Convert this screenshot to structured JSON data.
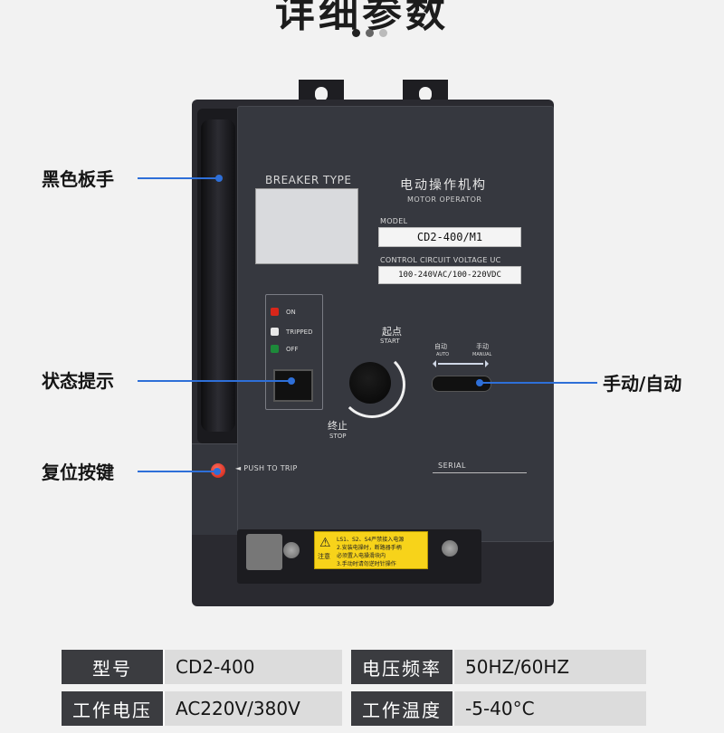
{
  "header": {
    "title": "详细参数"
  },
  "device": {
    "breaker_type_label": "BREAKER TYPE",
    "operator_cn": "电动操作机构",
    "operator_en": "MOTOR OPERATOR",
    "model_label": "MODEL",
    "model_value": "CD2-400/M1",
    "voltage_label": "CONTROL CIRCUIT VOLTAGE UC",
    "voltage_value": "100-240VAC/100-220VDC",
    "indicator_on": "ON",
    "indicator_tripped": "TRIPPED",
    "indicator_off": "OFF",
    "start_cn": "起点",
    "start_en": "START",
    "stop_cn": "终止",
    "stop_en": "STOP",
    "auto_cn": "自动",
    "auto_en": "AUTO",
    "manual_cn": "手动",
    "manual_en": "MANUAL",
    "push_to_trip": "◄ PUSH TO TRIP",
    "serial": "SERIAL",
    "warning_lines": [
      "LS1、S2、S4严禁接入电源",
      "2.安装电操时，断路器手柄",
      "必须置入电操滑块内",
      "3.手动时请勿逆时针操作"
    ],
    "warning_attention": "注意"
  },
  "callouts": {
    "lever": "黑色板手",
    "status": "状态提示",
    "reset": "复位按键",
    "mode": "手动/自动"
  },
  "specs": [
    {
      "label": "型号",
      "value": "CD2-400"
    },
    {
      "label": "电压频率",
      "value": "50HZ/60HZ"
    },
    {
      "label": "工作电压",
      "value": "AC220V/380V"
    },
    {
      "label": "工作温度",
      "value": "-5-40°C"
    }
  ],
  "colors": {
    "pointer": "#2e6fd8",
    "table_label_bg": "#3b3c40",
    "table_value_bg": "#dcdcdc",
    "device_body": "#36383f",
    "warning_label": "#f7d31a"
  }
}
